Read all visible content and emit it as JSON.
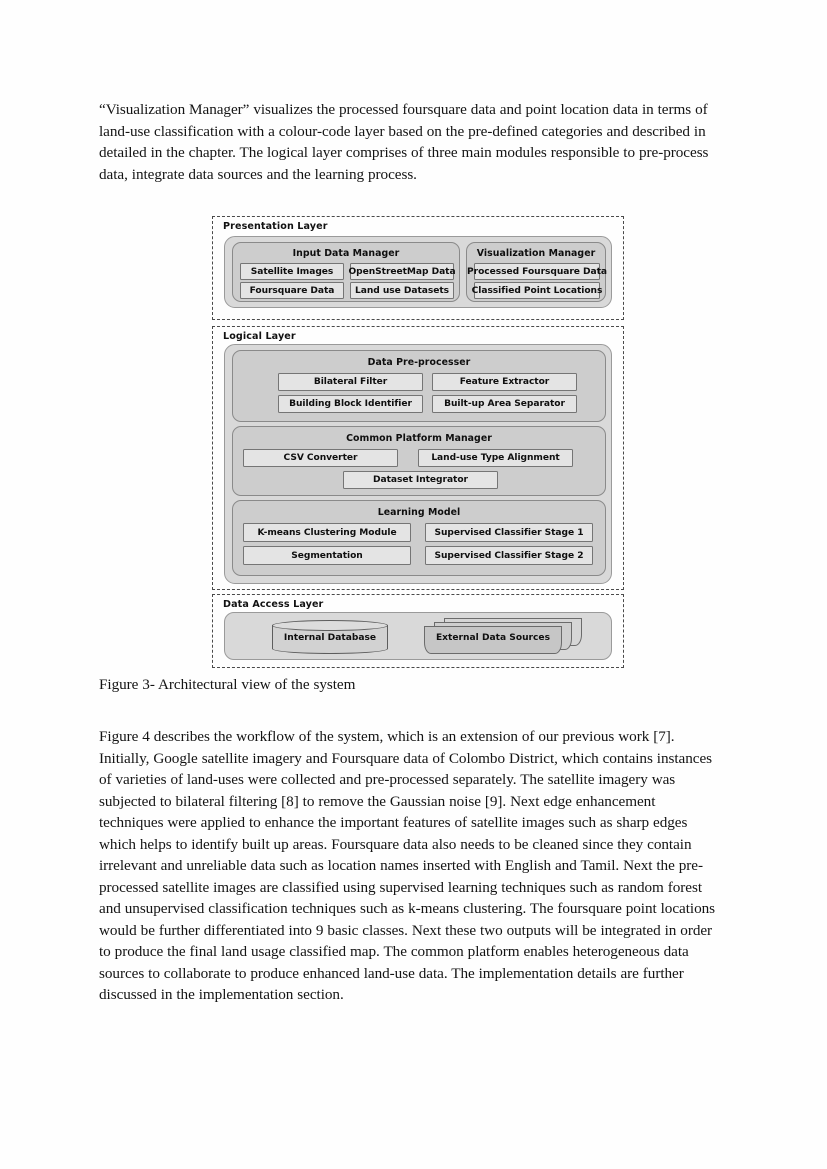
{
  "page": {
    "paragraph_intro": "“Visualization Manager” visualizes the processed foursquare data and point location data in terms of land-use classification with a colour-code layer based on the pre-defined categories and described in detailed in the chapter. The logical layer comprises of three main modules responsible to pre-process data, integrate data sources and the learning process.",
    "figure_caption": "Figure 3- Architectural view of the system",
    "paragraph_workflow": "Figure 4 describes the workflow of the system, which is an extension of our previous work [7]. Initially, Google satellite imagery and Foursquare data of Colombo District, which contains instances of varieties of land-uses were collected and pre-processed separately. The satellite imagery was subjected to bilateral filtering [8] to remove the Gaussian noise [9]. Next edge enhancement techniques were applied to enhance the important features of satellite images such as sharp edges which helps to identify built up areas. Foursquare data also needs to be cleaned since they contain irrelevant and unreliable data such as location names inserted with English and Tamil. Next the pre-processed satellite images are classified using supervised learning techniques such as random forest and unsupervised classification techniques such as k-means clustering. The foursquare point locations would be further differentiated into 9 basic classes. Next these two outputs will be integrated in order to produce the final land usage classified map. The common platform enables heterogeneous data sources to collaborate to produce enhanced land-use data. The implementation details are further discussed in the implementation section."
  },
  "diagram": {
    "colors": {
      "layer_border": "#4a4a4a",
      "shell_outer_fill": "#d9d9d9",
      "shell_mid_fill": "#cdcdcd",
      "leaf_fill": "#e4e4e4",
      "leaf_border": "#757575",
      "text": "#0f0f0f"
    },
    "layers": [
      {
        "id": "presentation",
        "title": "Presentation Layer",
        "modules": [
          {
            "id": "input-data-manager",
            "title": "Input Data Manager",
            "items": [
              "Satellite Images",
              "OpenStreetMap Data",
              "Foursquare Data",
              "Land use Datasets"
            ]
          },
          {
            "id": "visualization-manager",
            "title": "Visualization Manager",
            "items": [
              "Processed Foursquare Data",
              "Classified Point Locations"
            ]
          }
        ]
      },
      {
        "id": "logical",
        "title": "Logical Layer",
        "modules": [
          {
            "id": "data-pre-processer",
            "title": "Data Pre-processer",
            "items": [
              "Bilateral Filter",
              "Feature Extractor",
              "Building Block Identifier",
              "Built-up Area Separator"
            ]
          },
          {
            "id": "common-platform-manager",
            "title": "Common Platform Manager",
            "items": [
              "CSV Converter",
              "Land-use Type Alignment",
              "Dataset Integrator"
            ]
          },
          {
            "id": "learning-model",
            "title": "Learning Model",
            "items": [
              "K-means Clustering Module",
              "Supervised Classifier Stage 1",
              "Segmentation",
              "Supervised Classifier Stage 2"
            ]
          }
        ]
      },
      {
        "id": "data-access",
        "title": "Data Access Layer",
        "nodes": [
          {
            "id": "internal-database",
            "label": "Internal Database",
            "shape": "cylinder"
          },
          {
            "id": "external-data-sources",
            "label": "External Data Sources",
            "shape": "document-stack"
          }
        ]
      }
    ]
  }
}
